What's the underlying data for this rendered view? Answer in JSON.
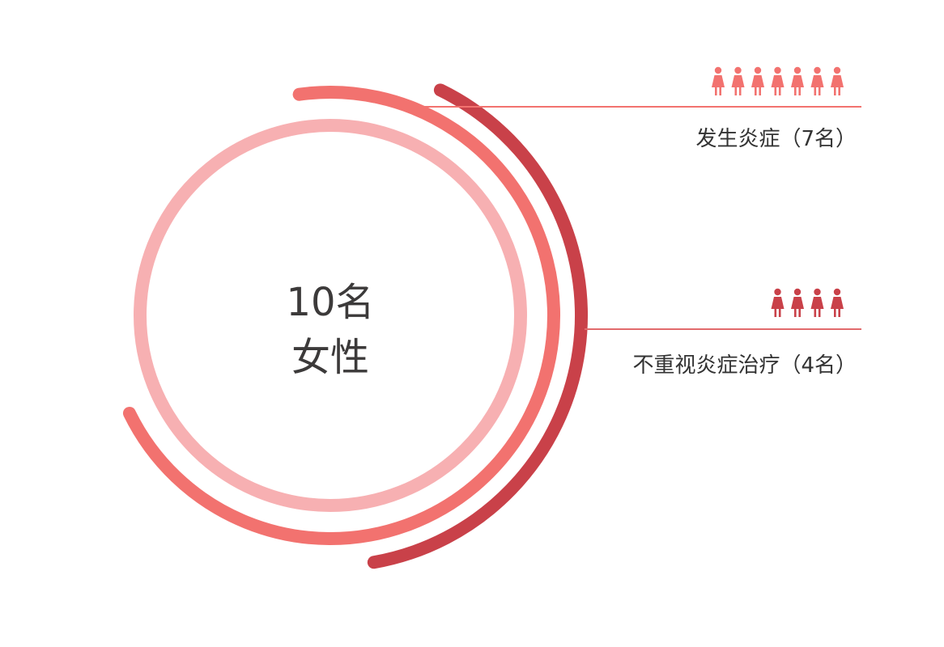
{
  "chart_data": {
    "type": "pie",
    "center_label": {
      "line1": "10名",
      "line2": "女性"
    },
    "total": 10,
    "series": [
      {
        "label": "发生炎症（7名）",
        "value": 7,
        "color": "#f2726f"
      },
      {
        "label": "不重视炎症治疗（4名）",
        "value": 4,
        "color": "#c94149"
      }
    ],
    "base_ring_color": "#f7b0b2",
    "connector_color": "#f2726f",
    "icon": "female-person-icon"
  }
}
